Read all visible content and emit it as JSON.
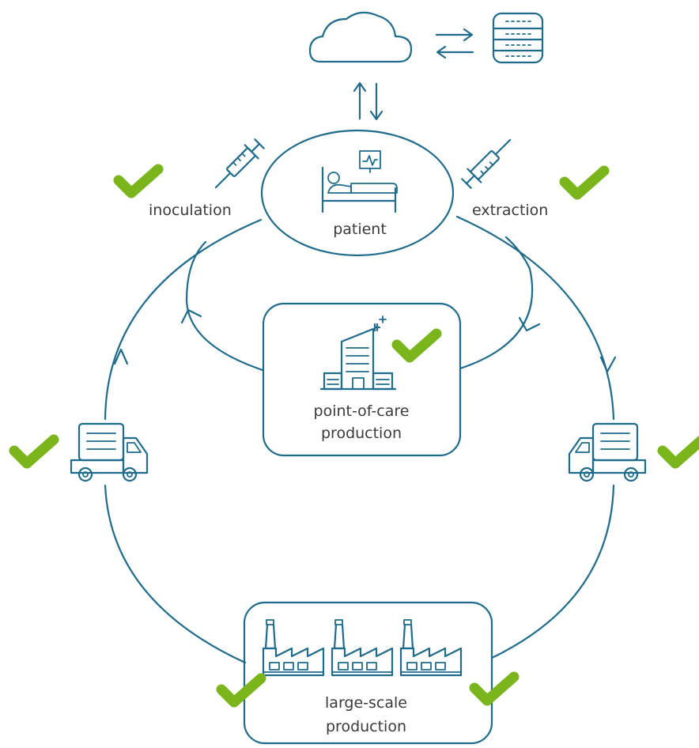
{
  "labels": {
    "inoculation": "inoculation",
    "extraction": "extraction",
    "patient": "patient",
    "poc_line1": "point-of-care",
    "poc_line2": "production",
    "ls_line1": "large-scale",
    "ls_line2": "production"
  },
  "icons": [
    "cloud-icon",
    "database-icon",
    "syringe-icon",
    "patient-bed-icon",
    "heart-monitor-icon",
    "hospital-building-icon",
    "delivery-truck-icon",
    "factory-icon",
    "checkmark-icon"
  ],
  "colors": {
    "stroke": "#1f6b8c",
    "check": "#7bb51c",
    "text": "#3a3a3a"
  }
}
